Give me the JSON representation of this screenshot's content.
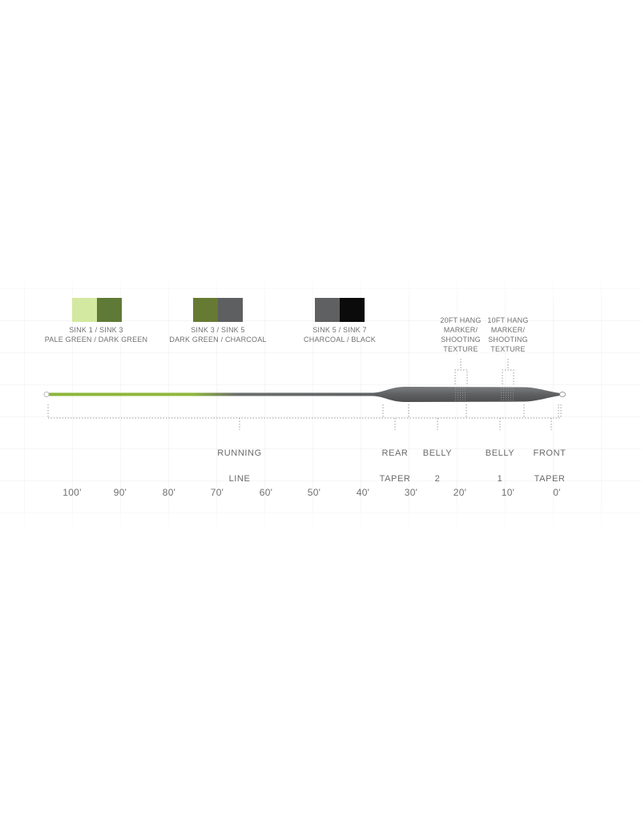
{
  "diagram": {
    "swatches": [
      {
        "label_line1": "SINK 1 / SINK 3",
        "label_line2": "PALE GREEN / DARK GREEN",
        "colors": [
          "#d3e8a0",
          "#5f7a36"
        ]
      },
      {
        "label_line1": "SINK 3 / SINK 5",
        "label_line2": "DARK GREEN / CHARCOAL",
        "colors": [
          "#677a33",
          "#5d5f61"
        ]
      },
      {
        "label_line1": "SINK 5 / SINK 7",
        "label_line2": "CHARCOAL / BLACK",
        "colors": [
          "#5f6062",
          "#0b0b0c"
        ]
      }
    ],
    "callouts": [
      {
        "line1": "20FT HANG",
        "line2": "MARKER/",
        "line3": "SHOOTING",
        "line4": "TEXTURE"
      },
      {
        "line1": "10FT HANG",
        "line2": "MARKER/",
        "line3": "SHOOTING",
        "line4": "TEXTURE"
      }
    ],
    "segments": [
      {
        "line1": "RUNNING",
        "line2": "LINE"
      },
      {
        "line1": "REAR",
        "line2": "TAPER"
      },
      {
        "line1": "BELLY",
        "line2": "2"
      },
      {
        "line1": "BELLY",
        "line2": "1"
      },
      {
        "line1": "FRONT",
        "line2": "TAPER"
      }
    ],
    "distance_ticks": [
      "100'",
      "90'",
      "80'",
      "70'",
      "60'",
      "50'",
      "40'",
      "30'",
      "20'",
      "10'",
      "0'"
    ],
    "colors": {
      "running_line": "#8bb53a",
      "head": "#606264",
      "dotted_guides": "#9a9a9a"
    }
  }
}
